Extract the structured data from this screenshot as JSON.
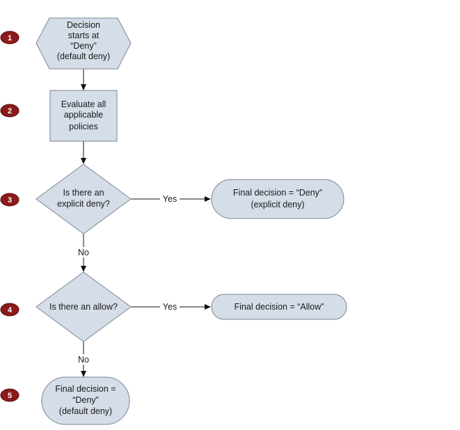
{
  "colors": {
    "node_fill": "#d5dde8",
    "node_stroke": "#7a8594",
    "badge_fill": "#8b1a1a",
    "line": "#111111"
  },
  "steps": [
    {
      "number": "1"
    },
    {
      "number": "2"
    },
    {
      "number": "3"
    },
    {
      "number": "4"
    },
    {
      "number": "5"
    }
  ],
  "nodes": {
    "start": {
      "shape": "hexagon",
      "lines": [
        "Decision",
        "starts at",
        "“Deny”",
        "(default deny)"
      ]
    },
    "evaluate": {
      "shape": "rectangle",
      "lines": [
        "Evaluate all",
        "applicable",
        "policies"
      ]
    },
    "explicit_deny_check": {
      "shape": "diamond",
      "lines": [
        "Is there an",
        "explicit deny?"
      ]
    },
    "final_explicit_deny": {
      "shape": "rounded-rectangle",
      "lines": [
        "Final decision = “Deny”",
        "(explicit deny)"
      ]
    },
    "allow_check": {
      "shape": "diamond",
      "lines": [
        "Is there an allow?"
      ]
    },
    "final_allow": {
      "shape": "rounded-rectangle",
      "lines": [
        "Final decision = “Allow”"
      ]
    },
    "final_default_deny": {
      "shape": "rounded-rectangle",
      "lines": [
        "Final decision =",
        "“Deny”",
        "(default deny)"
      ]
    }
  },
  "edges": {
    "explicit_yes": "Yes",
    "explicit_no": "No",
    "allow_yes": "Yes",
    "allow_no": "No"
  }
}
